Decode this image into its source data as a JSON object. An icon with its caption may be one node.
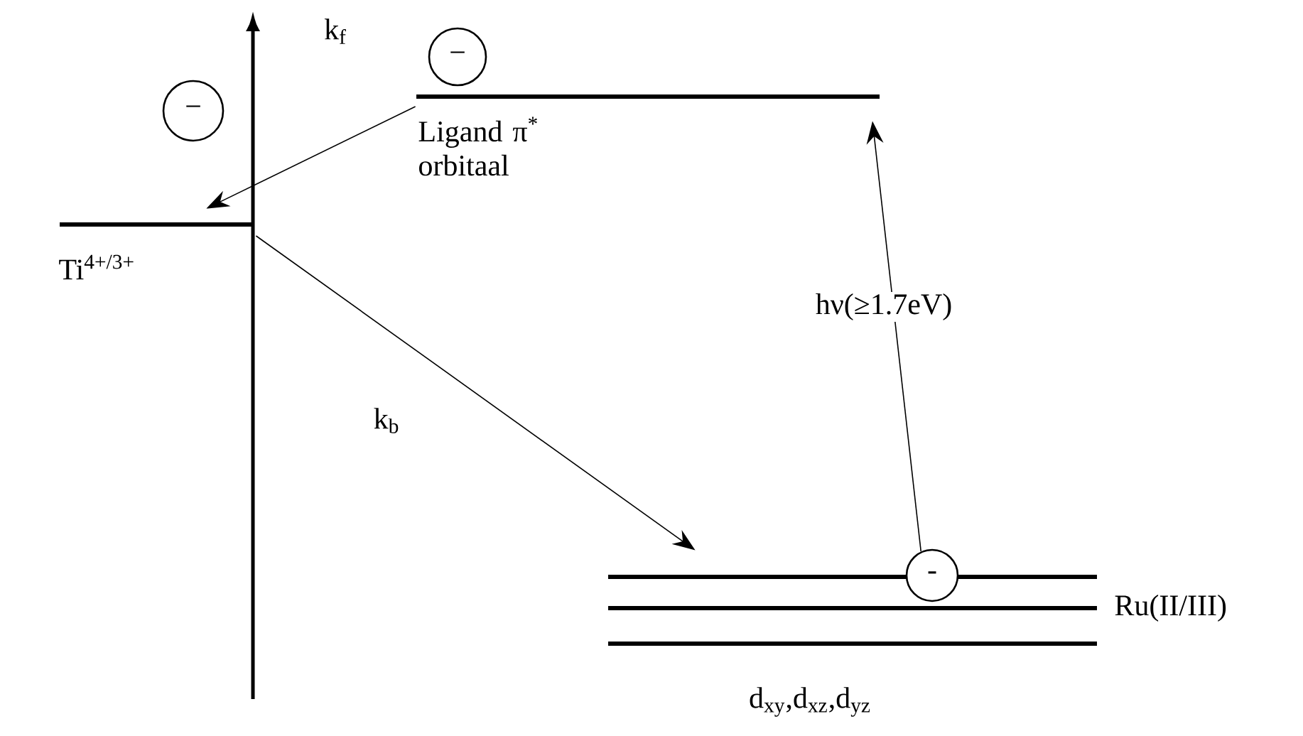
{
  "diagram": {
    "nodes": [
      {
        "text": [
          "Ligand π$^{*}$ orbitaal"
        ]
      },
      {
        "text": [
          "Ti$^{4+/3+}$"
        ]
      },
      {
        "text": [
          "Ru(II/III)",
          "d$_{xy}$,d$_{xz}$,d$_{yz}$"
        ]
      },
      {
        "text": [
          "−"
        ]
      },
      {
        "text": [
          "−"
        ]
      },
      {
        "text": [
          "-"
        ]
      }
    ],
    "edges": [
      {
        "from": 0,
        "to": 1,
        "arrow": "to",
        "label": "k$_{f}$"
      },
      {
        "from": 1,
        "to": 2,
        "arrow": "to",
        "label": "k$_{b}$"
      },
      {
        "from": 5,
        "to": 0,
        "arrow": "to",
        "label": "hν(≥1.7eV)"
      }
    ]
  }
}
